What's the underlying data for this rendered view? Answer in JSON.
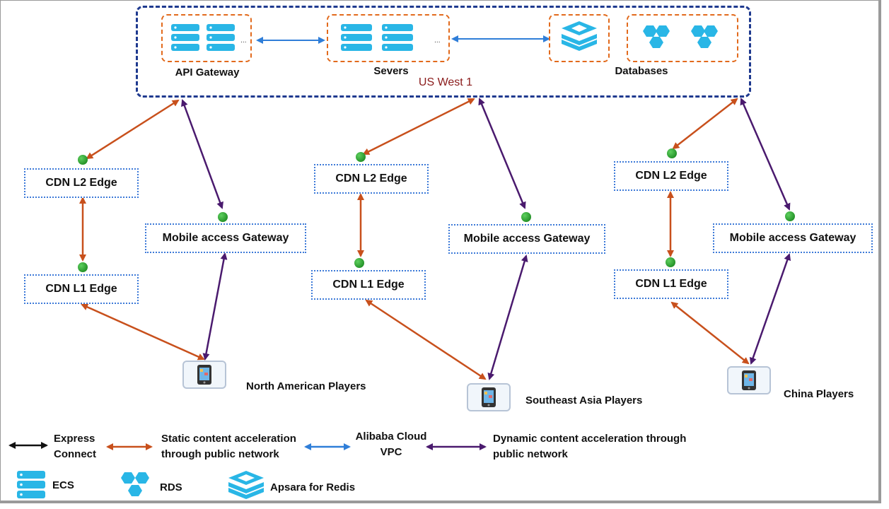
{
  "region": {
    "label": "US West 1"
  },
  "groups": {
    "api_gateway": "API Gateway",
    "servers": "Severs",
    "databases": "Databases"
  },
  "regions": [
    {
      "cdn_l2": "CDN L2 Edge",
      "mobile_gateway": "Mobile access Gateway",
      "cdn_l1": "CDN L1 Edge",
      "players": "North American Players"
    },
    {
      "cdn_l2": "CDN L2 Edge",
      "mobile_gateway": "Mobile access Gateway",
      "cdn_l1": "CDN L1 Edge",
      "players": "Southeast Asia Players"
    },
    {
      "cdn_l2": "CDN L2 Edge",
      "mobile_gateway": "Mobile access Gateway",
      "cdn_l1": "CDN L1 Edge",
      "players": "China Players"
    }
  ],
  "legend": {
    "express_connect": "Express Connect",
    "static": "Static content acceleration through public network",
    "vpc": "Alibaba Cloud VPC",
    "dynamic": "Dynamic content acceleration through public network",
    "ecs": "ECS",
    "rds": "RDS",
    "redis": "Apsara for Redis"
  },
  "colors": {
    "express_connect": "#111111",
    "static": "#c8501c",
    "vpc": "#2f7ed8",
    "dynamic": "#4a1a6e",
    "region_border": "#1f3a8f",
    "group_border": "#e26a1c",
    "node_border": "#3d7ad8",
    "icon": "#29b6e6"
  }
}
